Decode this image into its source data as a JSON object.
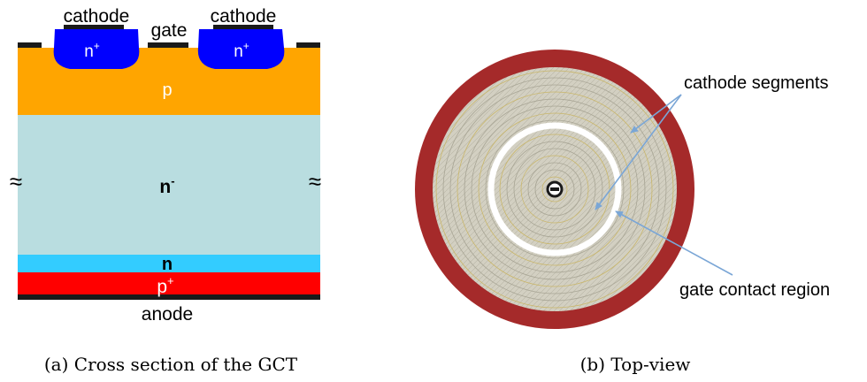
{
  "cross_section": {
    "labels": {
      "cathode_left": "cathode",
      "gate": "gate",
      "cathode_right": "cathode",
      "nplus_left_base": "n",
      "nplus_left_sup": "+",
      "nplus_right_base": "n",
      "nplus_right_sup": "+",
      "p_layer": "p",
      "nminus_base": "n",
      "nminus_sup": "-",
      "n_layer": "n",
      "pplus_base": "p",
      "pplus_sup": "+",
      "anode": "anode",
      "break_left": "≈",
      "break_right": "≈"
    },
    "colors": {
      "metal": "#1a1a1a",
      "nplus": "#0000ff",
      "p": "#ffa500",
      "nminus": "#b9dde0",
      "n": "#33ccff",
      "pplus": "#ff0000"
    },
    "caption": "(a) Cross section of the GCT"
  },
  "top_view": {
    "labels": {
      "cathode_segments": "cathode segments",
      "gate_contact_region": "gate contact region"
    },
    "colors": {
      "rim": "#a52a2a",
      "disc": "#cfcbbb",
      "ring": "#ffffff",
      "arrow": "#7aa6d6"
    },
    "caption": "(b) Top-view"
  }
}
